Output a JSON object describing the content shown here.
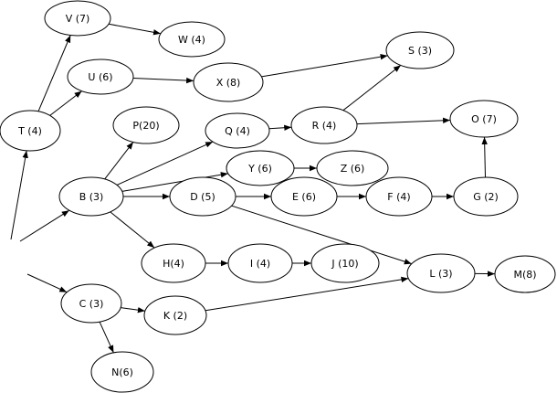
{
  "nodes": [
    {
      "id": "V",
      "label": "V (7)"
    },
    {
      "id": "W",
      "label": "W (4)"
    },
    {
      "id": "U",
      "label": "U (6)"
    },
    {
      "id": "X",
      "label": "X (8)"
    },
    {
      "id": "S",
      "label": "S (3)"
    },
    {
      "id": "T",
      "label": "T (4)"
    },
    {
      "id": "P",
      "label": "P(20)"
    },
    {
      "id": "Q",
      "label": "Q (4)"
    },
    {
      "id": "R",
      "label": "R (4)"
    },
    {
      "id": "O",
      "label": "O (7)"
    },
    {
      "id": "Y",
      "label": "Y (6)"
    },
    {
      "id": "Z",
      "label": "Z (6)"
    },
    {
      "id": "B",
      "label": "B (3)"
    },
    {
      "id": "D",
      "label": "D (5)"
    },
    {
      "id": "E",
      "label": "E (6)"
    },
    {
      "id": "F",
      "label": "F (4)"
    },
    {
      "id": "G",
      "label": "G (2)"
    },
    {
      "id": "H",
      "label": "H(4)"
    },
    {
      "id": "I",
      "label": "I (4)"
    },
    {
      "id": "J",
      "label": "J (10)"
    },
    {
      "id": "L",
      "label": "L (3)"
    },
    {
      "id": "M",
      "label": "M(8)"
    },
    {
      "id": "C",
      "label": "C (3)"
    },
    {
      "id": "K",
      "label": "K (2)"
    },
    {
      "id": "N",
      "label": "N(6)"
    }
  ],
  "edges": [
    {
      "from": "start1",
      "to": "T"
    },
    {
      "from": "start2",
      "to": "B"
    },
    {
      "from": "start3",
      "to": "C"
    },
    {
      "from": "T",
      "to": "V"
    },
    {
      "from": "T",
      "to": "U"
    },
    {
      "from": "V",
      "to": "W"
    },
    {
      "from": "U",
      "to": "X"
    },
    {
      "from": "X",
      "to": "S"
    },
    {
      "from": "B",
      "to": "P"
    },
    {
      "from": "B",
      "to": "Q"
    },
    {
      "from": "B",
      "to": "Y"
    },
    {
      "from": "B",
      "to": "D"
    },
    {
      "from": "B",
      "to": "H"
    },
    {
      "from": "Q",
      "to": "R"
    },
    {
      "from": "R",
      "to": "S"
    },
    {
      "from": "R",
      "to": "O"
    },
    {
      "from": "Y",
      "to": "Z"
    },
    {
      "from": "D",
      "to": "E"
    },
    {
      "from": "D",
      "to": "L"
    },
    {
      "from": "E",
      "to": "F"
    },
    {
      "from": "F",
      "to": "G"
    },
    {
      "from": "G",
      "to": "O"
    },
    {
      "from": "H",
      "to": "I"
    },
    {
      "from": "I",
      "to": "J"
    },
    {
      "from": "C",
      "to": "K"
    },
    {
      "from": "C",
      "to": "N"
    },
    {
      "from": "K",
      "to": "L"
    },
    {
      "from": "L",
      "to": "M"
    }
  ]
}
